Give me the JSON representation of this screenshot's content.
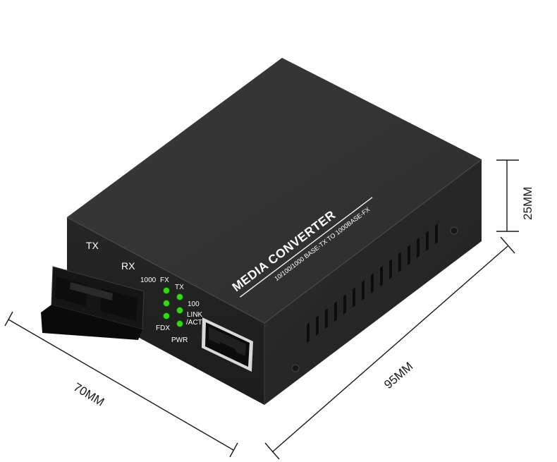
{
  "product": {
    "brand_text": "MEDIA CONVERTER",
    "spec_text": "10/100/1000 BASE-TX TO 1000BASE-FX",
    "port_labels": {
      "tx": "TX",
      "rx": "RX"
    },
    "led_labels": {
      "speed_1000": "1000",
      "fx": "FX",
      "tx": "TX",
      "speed_100": "100",
      "link": "LINK",
      "act": "/ACT",
      "fdx": "FDX",
      "pwr": "PWR"
    },
    "led_color": "#39d41c",
    "body_color": "#2a2a2a"
  },
  "dimensions": {
    "height": "25MM",
    "length": "95MM",
    "width": "70MM"
  }
}
